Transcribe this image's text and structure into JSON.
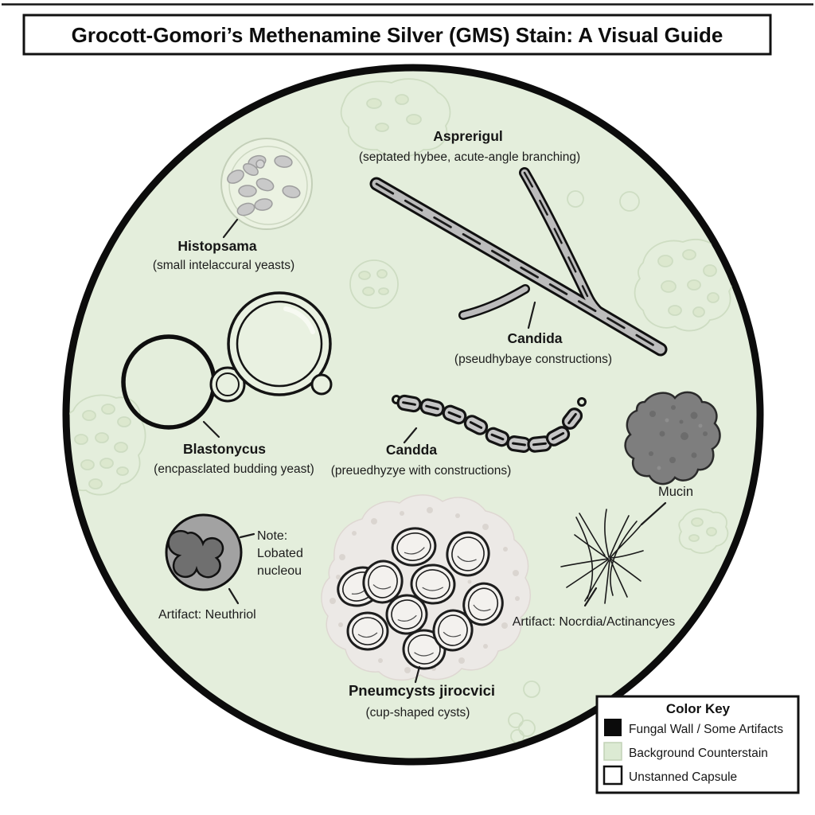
{
  "title": "Grocott-Gomori’s Methenamine Silver (GMS) Stain: A Visual Guide",
  "organisms": {
    "histoplasma": {
      "name": "Histopsama",
      "desc": "(small intelaccural yeasts)"
    },
    "aspergillus": {
      "name": "Asprerigul",
      "desc": "(septated hybee, acute-angle branching)"
    },
    "candida_hyphae": {
      "name": "Candida",
      "desc": "(pseudhybaye constructions)"
    },
    "blastomyces": {
      "name": "Blastonycus",
      "desc": "(encpasεlated budding yeast)"
    },
    "candida_chain": {
      "name": "Candda",
      "desc": "(preuedhyzye with constructions)"
    },
    "mucin": {
      "name": "Mucin"
    },
    "neutrophil": {
      "note_title": "Note:",
      "note_line2": "Lobated",
      "note_line3": "nucleou",
      "label": "Artifact: Neuthriol"
    },
    "pneumocystis": {
      "name": "Pneumcysts jirocvici",
      "desc": "(cup-shaped cysts)"
    },
    "nocardia": {
      "label": "Artifact: Nocrdia/Actinancyes"
    }
  },
  "legend": {
    "title": "Color Key",
    "items": [
      {
        "label": "Fungal Wall / Some Artifacts",
        "swatch": "#0b0b0b"
      },
      {
        "label": "Background Counterstain",
        "swatch": "#dcead3"
      },
      {
        "label": "Unstanned Capsule",
        "swatch": "#ffffff"
      }
    ]
  },
  "colors": {
    "field_fill": "#e4eedc",
    "stain_black": "#141414",
    "hyphae_gray": "#bcbcbc",
    "mucin_gray": "#7e7e7e",
    "neutrophil_gray": "#a2a2a2"
  }
}
